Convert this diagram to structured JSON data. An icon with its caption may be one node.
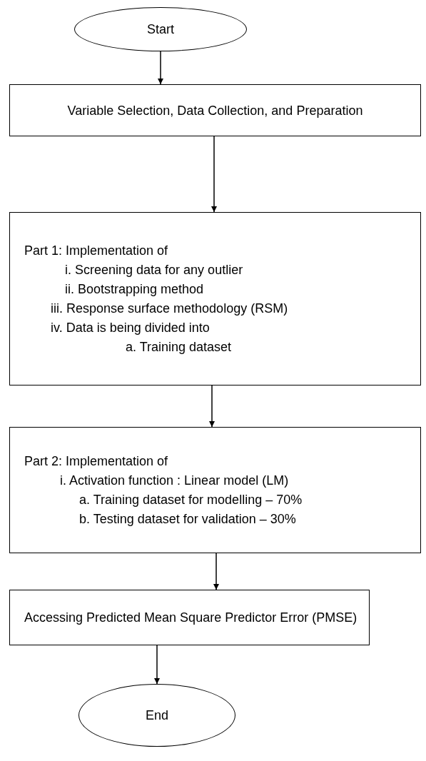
{
  "diagram": {
    "nodes": [
      {
        "text": [
          "Start"
        ]
      },
      {
        "text": [
          "Variable Selection, Data Collection, and Preparation"
        ]
      },
      {
        "text": [
          "Part 1: Implementation of",
          "i. Screening data for any outlier",
          "ii. Bootstrapping method",
          "iii. Response surface methodology (RSM)",
          "iv. Data is being divided into",
          "a. Training dataset"
        ]
      },
      {
        "text": [
          "Part 2: Implementation of",
          "i. Activation function : Linear model (LM)",
          "a. Training dataset for modelling – 70%",
          "b. Testing dataset for validation – 30%"
        ]
      },
      {
        "text": [
          "Accessing Predicted Mean Square Predictor Error (PMSE)"
        ]
      },
      {
        "text": [
          "End"
        ]
      }
    ],
    "edges": [
      {
        "from": 0,
        "to": 1,
        "arrow": "to"
      },
      {
        "from": 1,
        "to": 2,
        "arrow": "to"
      },
      {
        "from": 2,
        "to": 3,
        "arrow": "to"
      },
      {
        "from": 3,
        "to": 4,
        "arrow": "to"
      },
      {
        "from": 4,
        "to": 5,
        "arrow": "to"
      }
    ]
  }
}
